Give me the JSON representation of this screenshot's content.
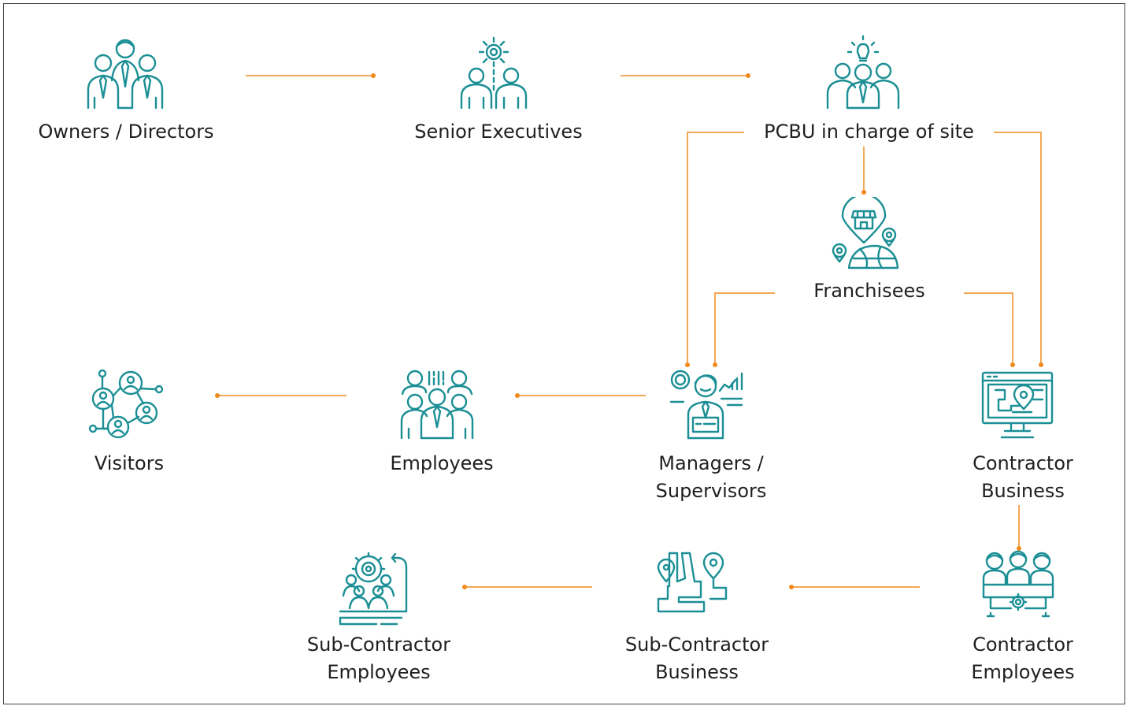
{
  "colors": {
    "icon": "#1b8f95",
    "connector": "#f08a1c",
    "text": "#1f1f1f",
    "border": "#444444"
  },
  "nodes": {
    "owners": {
      "label": "Owners / Directors",
      "icon": "business-team-icon"
    },
    "senior": {
      "label": "Senior Executives",
      "icon": "team-gear-icon"
    },
    "pcbu": {
      "label": "PCBU in charge of site",
      "icon": "team-idea-icon"
    },
    "franchisees": {
      "label": "Franchisees",
      "icon": "store-location-icon"
    },
    "visitors": {
      "label": "Visitors",
      "icon": "network-people-icon"
    },
    "employees": {
      "label": "Employees",
      "icon": "group-people-icon"
    },
    "managers": {
      "line1": "Managers /",
      "line2": "Supervisors",
      "icon": "manager-chart-icon"
    },
    "contractorBiz": {
      "line1": "Contractor",
      "line2": "Business",
      "icon": "monitor-map-icon"
    },
    "subEmployees": {
      "line1": "Sub-Contractor",
      "line2": "Employees",
      "icon": "team-cycle-icon"
    },
    "subBusiness": {
      "line1": "Sub-Contractor",
      "line2": "Business",
      "icon": "route-map-icon"
    },
    "contractorEmp": {
      "line1": "Contractor",
      "line2": "Employees",
      "icon": "team-gear-table-icon"
    }
  }
}
